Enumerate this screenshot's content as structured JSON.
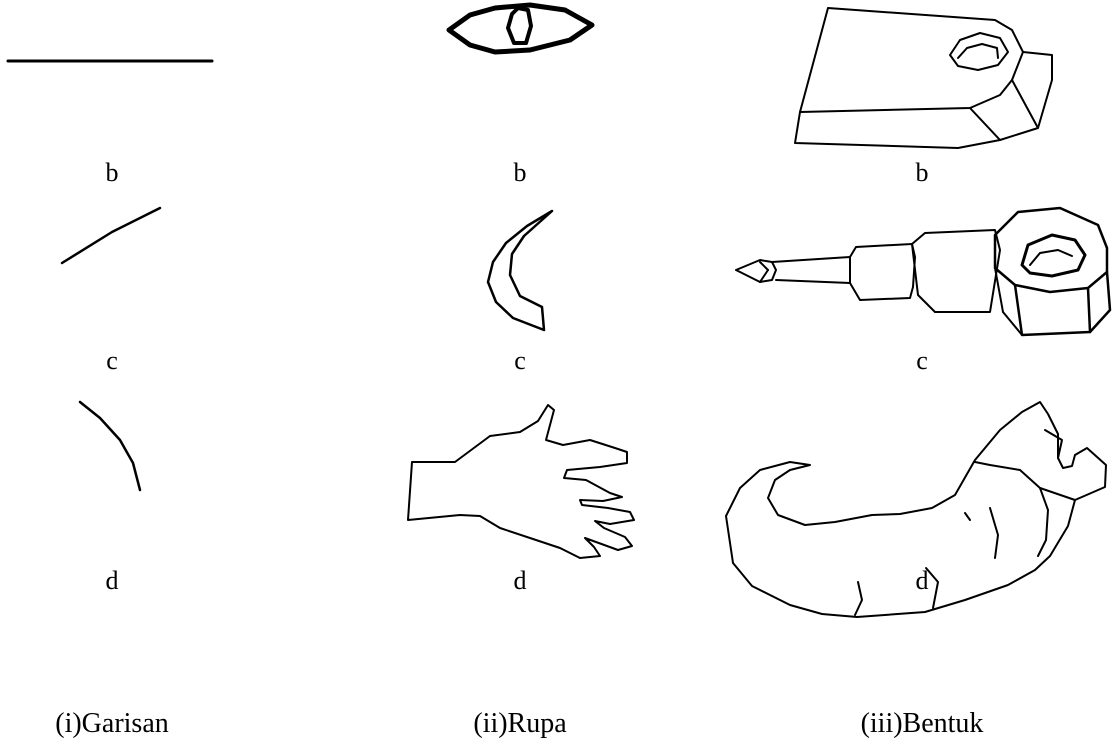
{
  "columns": [
    {
      "title": "(i)Garisan",
      "labels": [
        "b",
        "c",
        "d"
      ],
      "drawings": [
        "straight-horizontal-line",
        "diagonal-line",
        "curved-line"
      ]
    },
    {
      "title": "(ii)Rupa",
      "labels": [
        "b",
        "c",
        "d"
      ],
      "drawings": [
        "eye-shape",
        "crescent-shape",
        "hand-shape"
      ]
    },
    {
      "title": "(iii)Bentuk",
      "labels": [
        "b",
        "c",
        "d"
      ],
      "drawings": [
        "bracket-block-3d",
        "wrench-socket-3d",
        "hook-3d"
      ]
    }
  ],
  "colors": {
    "ink": "#000000",
    "background": "#ffffff"
  }
}
